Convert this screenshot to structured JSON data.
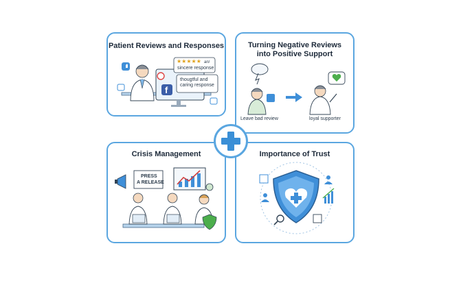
{
  "panels": {
    "reviews": {
      "title": "Patient Reviews and Responses",
      "stars": "★★★★★",
      "stars_extra": "an/",
      "bubble_sincere": "sincere response",
      "bubble_caring": "thougtful and caring response"
    },
    "negative": {
      "title": "Turning Negative Reviews into Positive Support",
      "label_left": "Leave bad review",
      "label_right": "loyal supporter"
    },
    "crisis": {
      "title": "Crisis Management",
      "press_line1": "PRESS",
      "press_line2": "A RELEASE"
    },
    "trust": {
      "title": "Importance of Trust"
    }
  },
  "colors": {
    "accent": "#5aa6e0",
    "hub_plus": "#3a8fd6",
    "shield": "#3f8fd8",
    "red_trend": "#d23c3c",
    "green_heart": "#4cae4c"
  },
  "icons": [
    "plus-icon",
    "thumbs-up-icon",
    "facebook-icon",
    "google-icon",
    "cloud-icon",
    "arrow-right-icon",
    "heart-icon",
    "megaphone-icon",
    "trend-chart-icon",
    "shield-icon",
    "magnifier-icon",
    "person-icon"
  ]
}
